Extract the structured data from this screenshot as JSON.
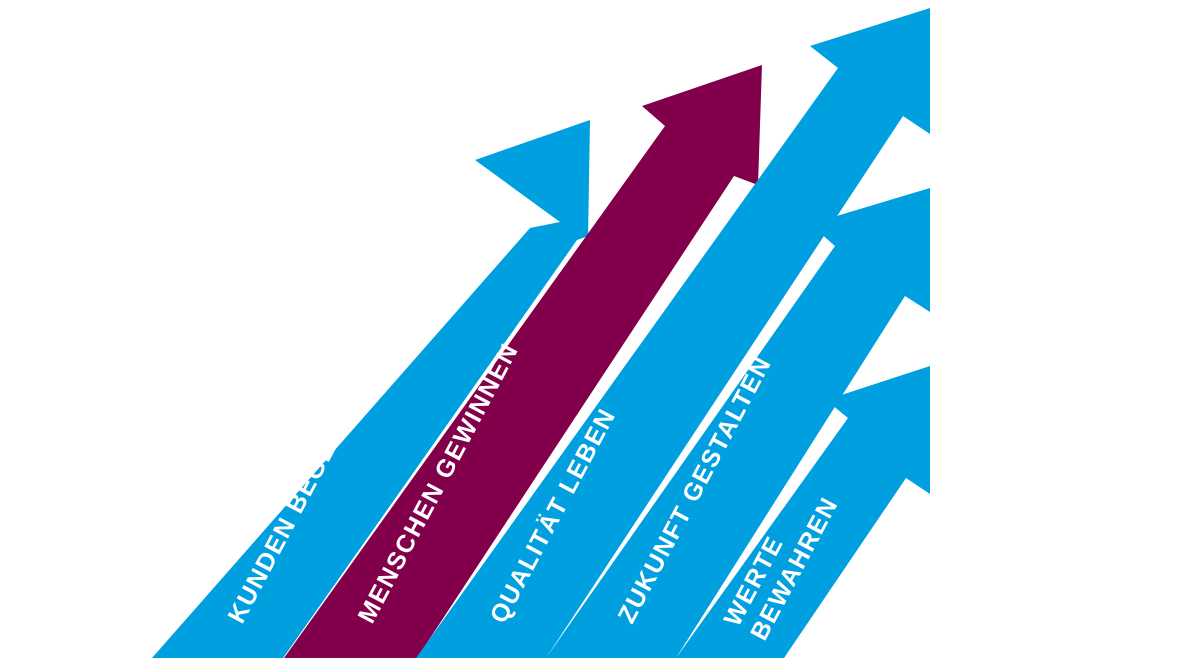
{
  "diagram": {
    "arrows": [
      {
        "id": "kunden",
        "lines": [
          "KUNDEN BEGEISTERN"
        ],
        "color": "#009FE0",
        "highlighted": false
      },
      {
        "id": "menschen",
        "lines": [
          "MENSCHEN GEWINNEN"
        ],
        "color": "#82004B",
        "highlighted": true
      },
      {
        "id": "qualitaet",
        "lines": [
          "QUALITÄT LEBEN"
        ],
        "color": "#009FE0",
        "highlighted": false
      },
      {
        "id": "zukunft",
        "lines": [
          "ZUKUNFT GESTALTEN"
        ],
        "color": "#009FE0",
        "highlighted": false
      },
      {
        "id": "werte",
        "lines": [
          "WERTE",
          "BEWAHREN"
        ],
        "color": "#009FE0",
        "highlighted": false
      }
    ]
  }
}
